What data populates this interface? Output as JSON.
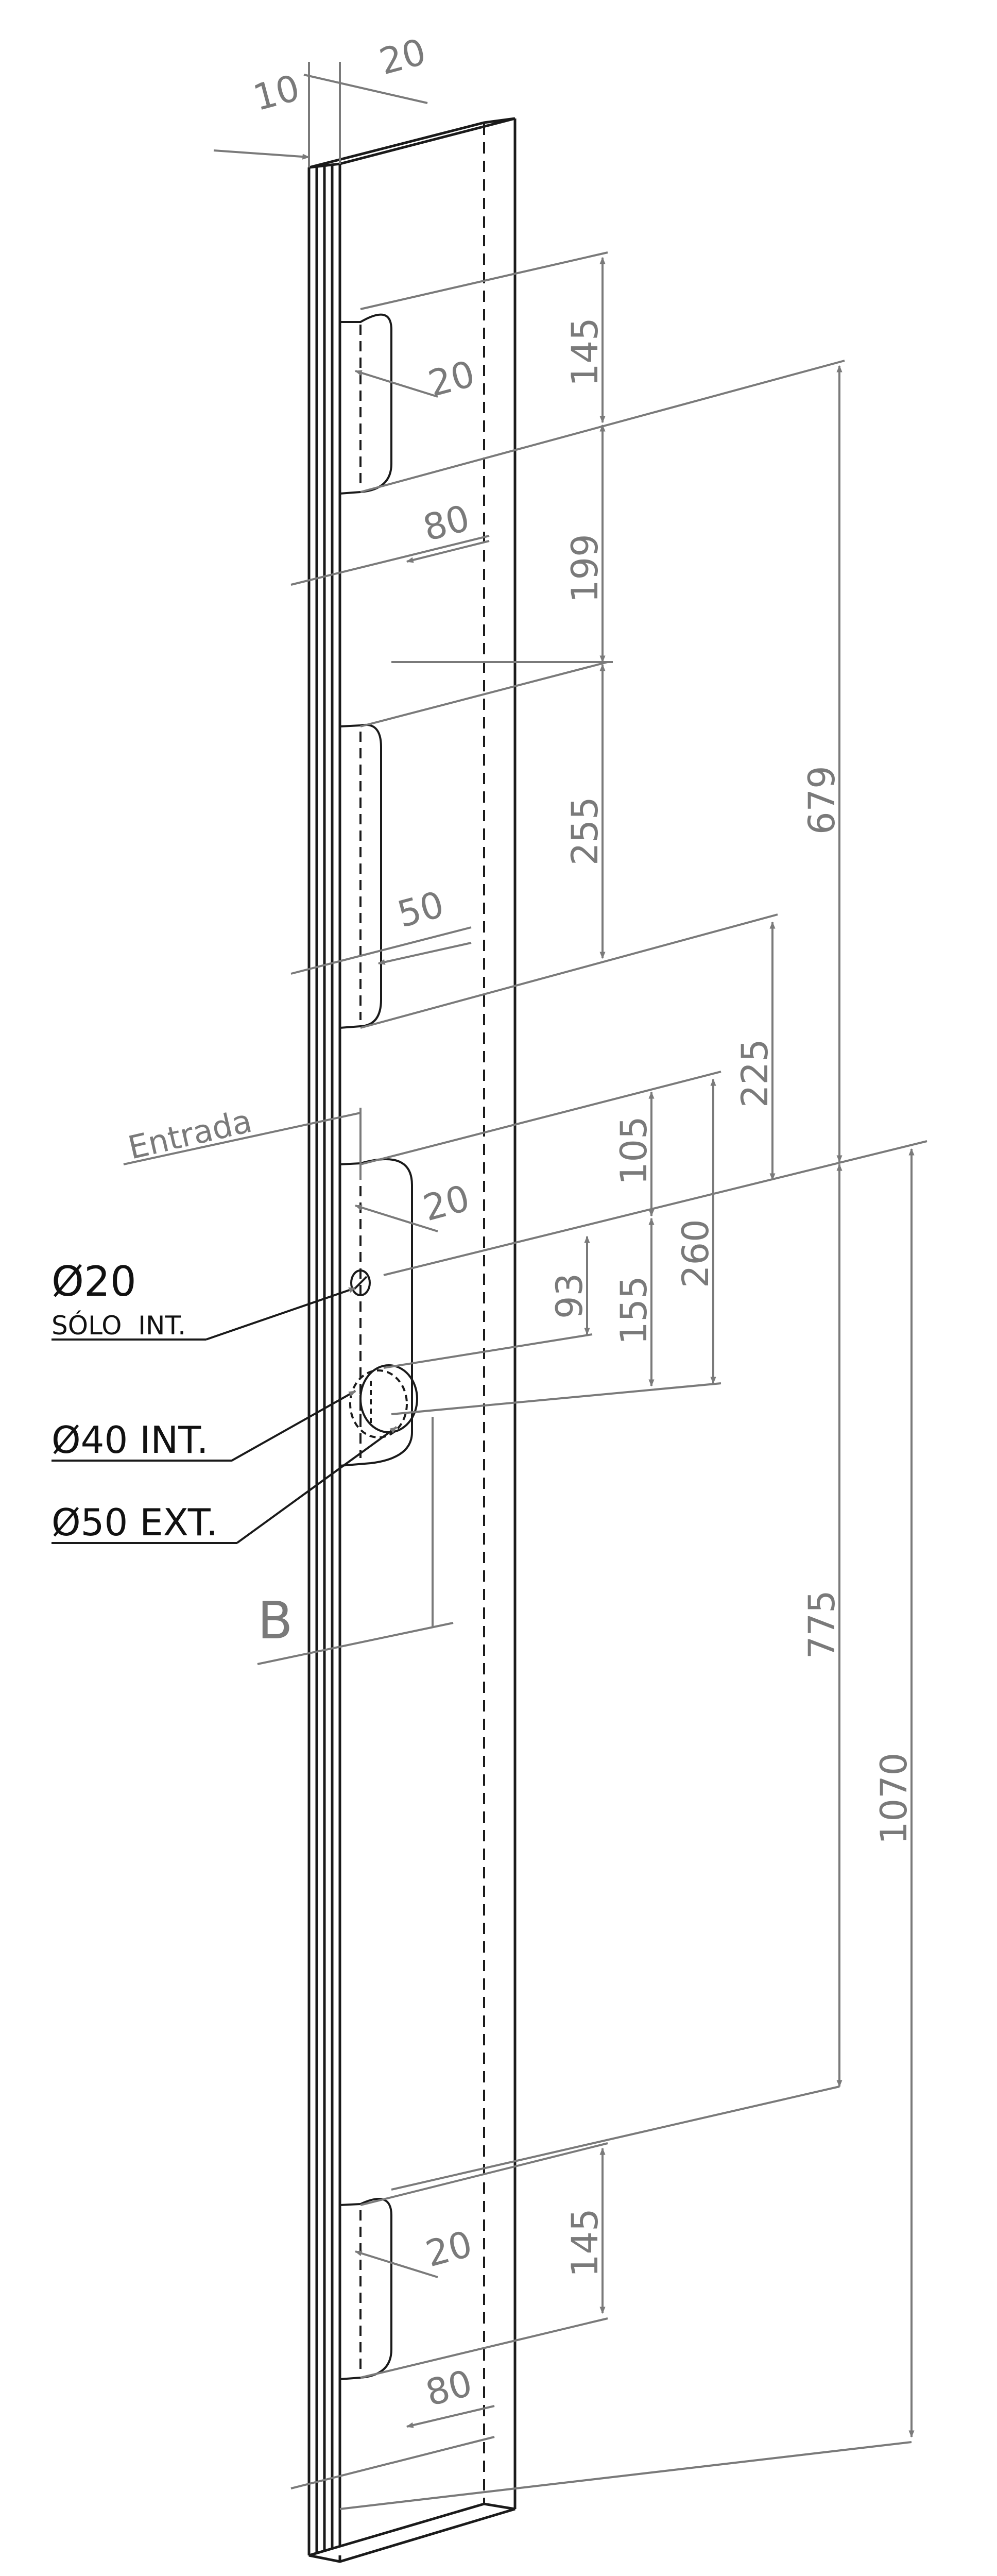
{
  "colors": {
    "outline": "#1a1a1a",
    "dimension": "#7a7a7a",
    "label_text": "#111111",
    "background": "#ffffff"
  },
  "dimensions": {
    "thickness_10": "10",
    "width_20": "20",
    "top_cut_height": "145",
    "top_cut_depth": "20",
    "top_cut_width": "80",
    "gap_199": "199",
    "middle_cut_height": "255",
    "middle_cut_width": "50",
    "gap_225": "225",
    "lock_cut_depth": "20",
    "lock_offset_105": "105",
    "hole_offset_93": "93",
    "hole_offset_155": "155",
    "hole_offset_260": "260",
    "total_679": "679",
    "gap_775": "775",
    "total_1070": "1070",
    "bottom_cut_height": "145",
    "bottom_cut_depth": "20",
    "bottom_cut_width": "80"
  },
  "labels": {
    "entrada": "Entrada",
    "hole_small": "Ø20",
    "hole_small_note": "SÓLO  INT.",
    "hole_int": "Ø40 INT.",
    "hole_ext": "Ø50 EXT.",
    "backset": "B"
  }
}
